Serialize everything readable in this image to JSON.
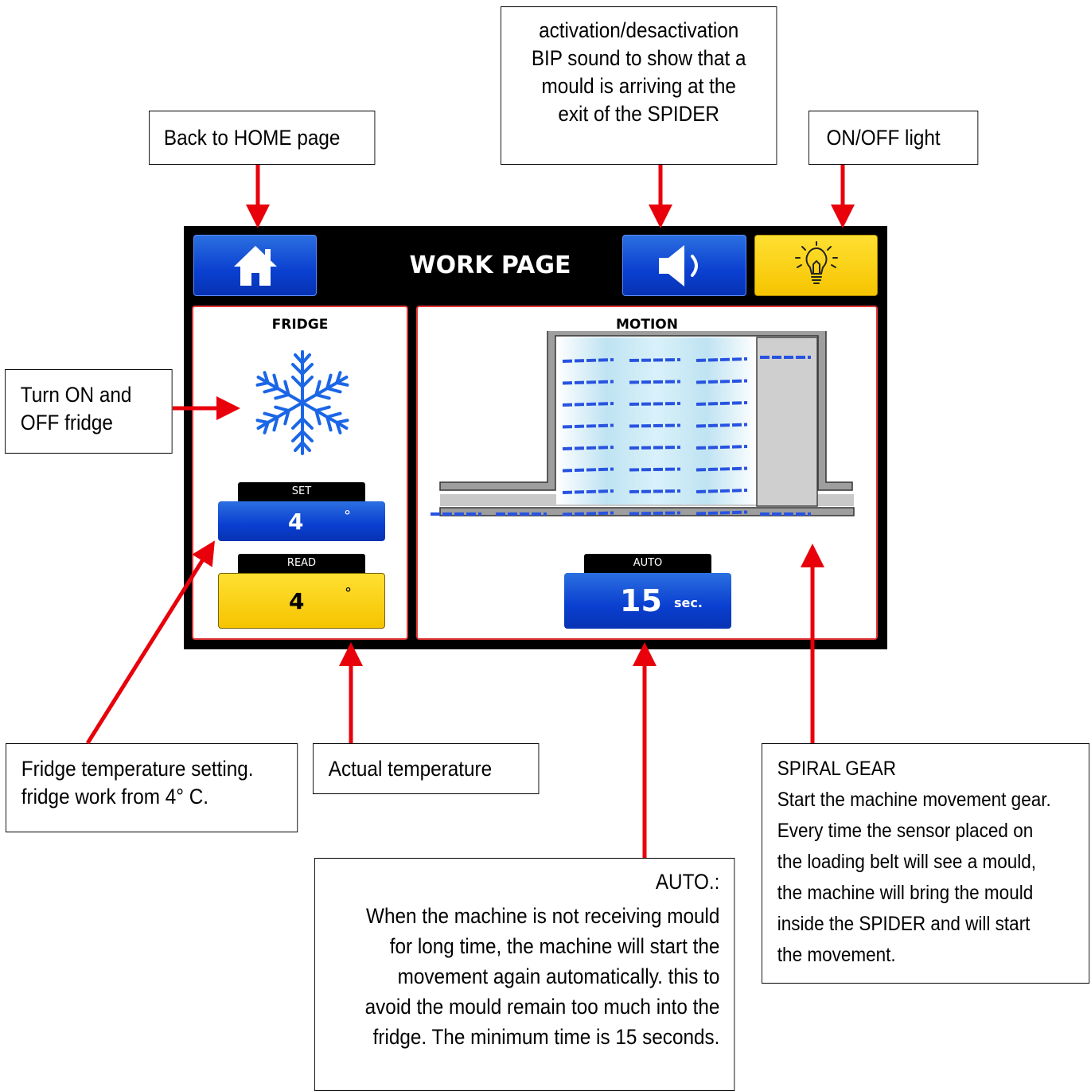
{
  "callouts": {
    "home": "Back to HOME page",
    "sound": [
      "activation/desactivation",
      "BIP sound to show that a",
      "mould is arriving at the",
      "exit of the SPIDER"
    ],
    "light": "ON/OFF light",
    "fridge_toggle": [
      "Turn ON and",
      "OFF fridge"
    ],
    "temp_setting": [
      "Fridge temperature setting.",
      "fridge work from 4° C."
    ],
    "actual_temp": "Actual temperature",
    "spiral": [
      "SPIRAL GEAR",
      "Start the machine movement gear.",
      "Every time the sensor placed on",
      "the loading belt will see a mould,",
      "the machine will bring the mould",
      "inside the SPIDER and will start",
      "the movement."
    ],
    "auto_title": "AUTO.:",
    "auto_body": [
      "When the machine is not receiving mould",
      "for long time, the machine will start the",
      "movement again automatically. this to",
      "avoid the mould remain too much into the",
      "fridge. The minimum time is 15 seconds."
    ]
  },
  "screen": {
    "title": "WORK PAGE",
    "fridge": {
      "title": "FRIDGE",
      "set_label": "SET",
      "set_value": "4",
      "set_unit": "°",
      "read_label": "READ",
      "read_value": "4",
      "read_unit": "°"
    },
    "motion": {
      "title": "MOTION",
      "auto_label": "AUTO",
      "auto_value": "15",
      "auto_unit": "sec."
    }
  },
  "icons": {
    "home": "home-icon",
    "sound": "speaker-icon",
    "light": "lightbulb-icon",
    "fridge": "snowflake-icon"
  },
  "colors": {
    "button_blue": "#0a3fd0",
    "button_yellow": "#f6c400",
    "panel_border": "#e53838",
    "arrow_red": "#e8000b"
  }
}
